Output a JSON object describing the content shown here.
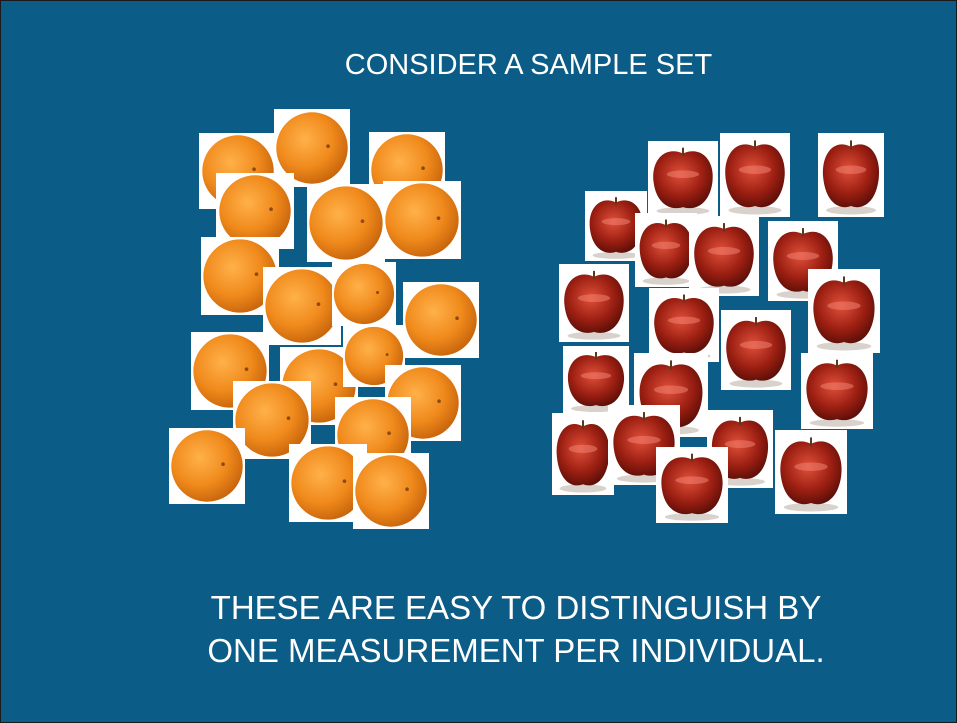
{
  "slide": {
    "title": "CONSIDER A SAMPLE SET",
    "caption_line1": "THESE ARE EASY TO DISTINGUISH BY",
    "caption_line2": "ONE MEASUREMENT PER INDIVIDUAL."
  },
  "colors": {
    "background": "#0b5c86",
    "text": "#ffffff",
    "orange": "#f08a1c",
    "apple": "#8e1a10"
  },
  "icons": {
    "orange": "orange-fruit-icon",
    "apple": "red-apple-icon"
  }
}
